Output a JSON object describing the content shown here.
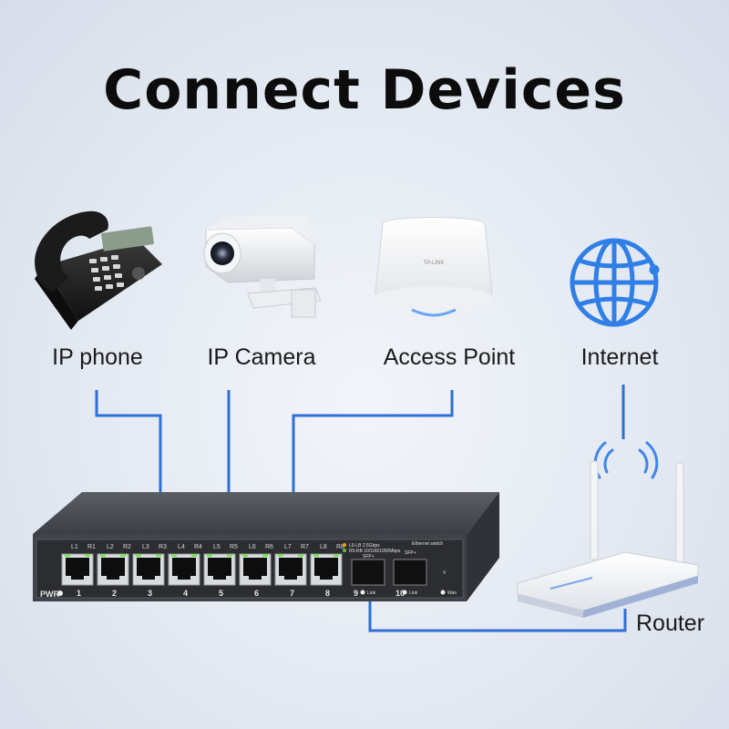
{
  "title": "Connect Devices",
  "devices": {
    "phone": "IP phone",
    "camera": "IP Camera",
    "access_point": "Access Point",
    "internet": "Internet",
    "router": "Router"
  },
  "switch": {
    "port_labels": [
      "L1",
      "R1",
      "L2",
      "R2",
      "L3",
      "R3",
      "L4",
      "R4",
      "L5",
      "R5",
      "L6",
      "R6",
      "L7",
      "R7",
      "L8",
      "R8"
    ],
    "port_numbers": [
      "1",
      "2",
      "3",
      "4",
      "5",
      "6",
      "7",
      "8"
    ],
    "pwr": "PWR",
    "legend_1": "L5-LB 2.5Gbps",
    "legend_2": "R5-RB 10/100/1000Mbps",
    "sfp_label": "SFP+",
    "sfp_numbers": [
      "9",
      "10"
    ],
    "link": "Link",
    "wan": "Wan",
    "brand": "Ethernet switch",
    "vlan": "V"
  },
  "colors": {
    "line": "#2f6fd6",
    "globe": "#2f7fe6",
    "switch_body": "#3f4248",
    "led": "#7be05a"
  }
}
